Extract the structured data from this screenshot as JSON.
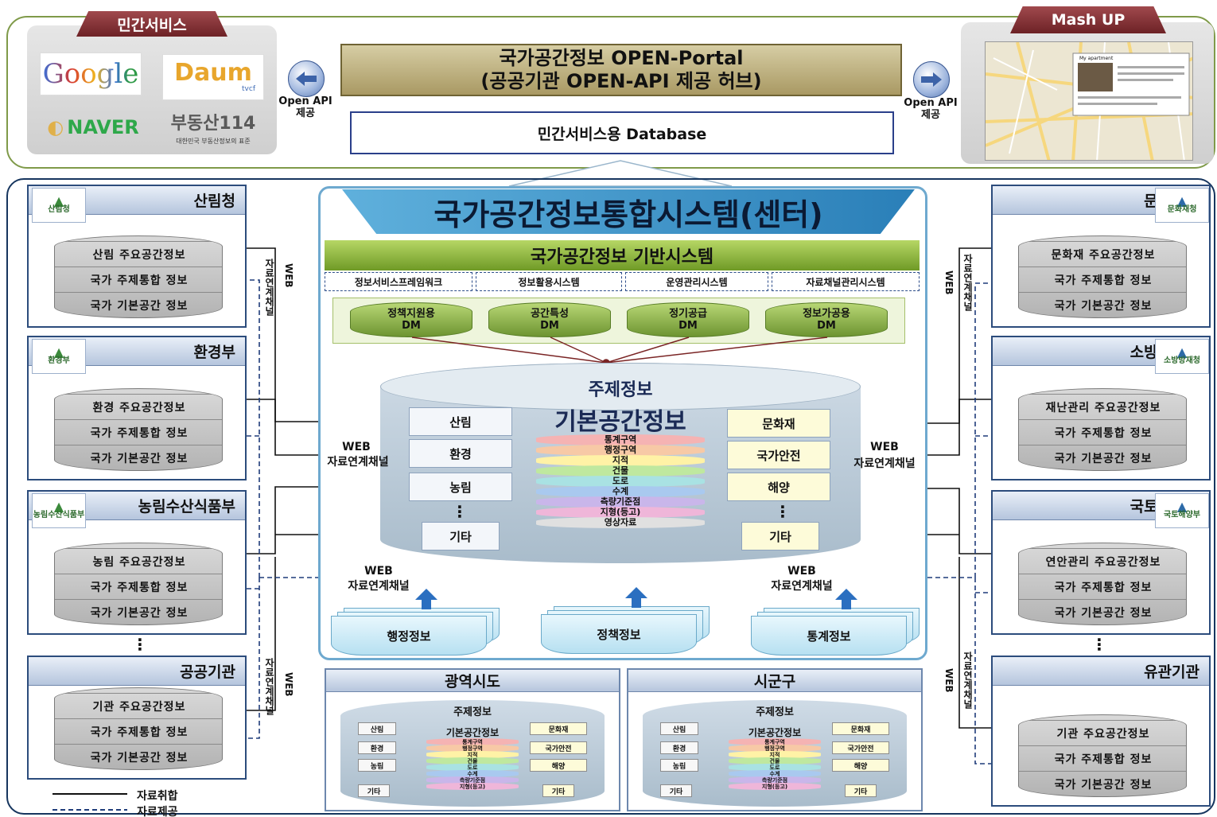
{
  "top": {
    "private_service_label": "민간서비스",
    "mashup_label": "Mash UP",
    "logos": [
      "Google",
      "Daum",
      "NAVER",
      "부동산114"
    ],
    "daum_sub": "tvcf",
    "realestate_sub": "대한민국 부동산정보의 표준",
    "portal_line1": "국가공간정보 OPEN-Portal",
    "portal_line2": "(공공기관 OPEN-API 제공 허브)",
    "db_label": "민간서비스용 Database",
    "open_api_line1": "Open API",
    "open_api_line2": "제공",
    "map_caption": "My apartment"
  },
  "center": {
    "title": "국가공간정보통합시스템(센터)",
    "foundation": "국가공간정보 기반시스템",
    "subsystems": [
      "정보서비스프레임워크",
      "정보활용시스템",
      "운영관리시스템",
      "자료채널관리시스템"
    ],
    "dms": [
      {
        "line1": "정책지원용",
        "line2": "DM"
      },
      {
        "line1": "공간특성",
        "line2": "DM"
      },
      {
        "line1": "정기공급",
        "line2": "DM"
      },
      {
        "line1": "정보가공용",
        "line2": "DM"
      }
    ],
    "theme_title": "주제정보",
    "base_title": "기본공간정보",
    "base_layers": [
      "통계구역",
      "행정구역",
      "지적",
      "건물",
      "도로",
      "수계",
      "측량기준점",
      "지형(등고)",
      "영상자료"
    ],
    "left_themes": [
      "산림",
      "환경",
      "농림",
      "기타"
    ],
    "right_themes": [
      "문화재",
      "국가안전",
      "해양",
      "기타"
    ],
    "inputs": [
      "행정정보",
      "정책정보",
      "통계정보"
    ],
    "web": "WEB",
    "channel": "자료연계채널",
    "channel_vertical": "자료연계채널"
  },
  "left_agencies": [
    {
      "name": "산림청",
      "logo": "산림청",
      "layers": [
        "산림 주요공간정보",
        "국가 주제통합 정보",
        "국가 기본공간 정보"
      ]
    },
    {
      "name": "환경부",
      "logo": "환경부",
      "layers": [
        "환경 주요공간정보",
        "국가 주제통합 정보",
        "국가 기본공간 정보"
      ]
    },
    {
      "name": "농림수산식품부",
      "logo": "농림수산식품부",
      "layers": [
        "농림 주요공간정보",
        "국가 주제통합 정보",
        "국가 기본공간 정보"
      ]
    },
    {
      "name": "공공기관",
      "logo": "",
      "layers": [
        "기관 주요공간정보",
        "국가 주제통합 정보",
        "국가 기본공간 정보"
      ]
    }
  ],
  "right_agencies": [
    {
      "name": "문화재청",
      "logo": "문화재청",
      "layers": [
        "문화재 주요공간정보",
        "국가 주제통합 정보",
        "국가 기본공간 정보"
      ]
    },
    {
      "name": "소방방재청",
      "logo": "소방방재청",
      "layers": [
        "재난관리 주요공간정보",
        "국가 주제통합 정보",
        "국가 기본공간 정보"
      ]
    },
    {
      "name": "국토해양부",
      "logo": "국토해양부",
      "layers": [
        "연안관리 주요공간정보",
        "국가 주제통합 정보",
        "국가 기본공간 정보"
      ]
    },
    {
      "name": "유관기관",
      "logo": "",
      "layers": [
        "기관 주요공간정보",
        "국가 주제통합 정보",
        "국가 기본공간 정보"
      ]
    }
  ],
  "regions": [
    {
      "name": "광역시도",
      "theme": "주제정보",
      "base": "기본공간정보",
      "left": [
        "산림",
        "환경",
        "농림",
        "기타"
      ],
      "right": [
        "문화재",
        "국가안전",
        "해양",
        "기타"
      ],
      "layers": [
        "통계구역",
        "행정구역",
        "지적",
        "건물",
        "도로",
        "수계",
        "측량기준점",
        "지형(등고)"
      ]
    },
    {
      "name": "시군구",
      "theme": "주제정보",
      "base": "기본공간정보",
      "left": [
        "산림",
        "환경",
        "농림",
        "기타"
      ],
      "right": [
        "문화재",
        "국가안전",
        "해양",
        "기타"
      ],
      "layers": [
        "통계구역",
        "행정구역",
        "지적",
        "건물",
        "도로",
        "수계",
        "측량기준점",
        "지형(등고)"
      ]
    }
  ],
  "legend": {
    "solid": "자료취합",
    "dashed": "자료제공"
  },
  "layer_colors": [
    "#f5b3b3",
    "#f7c9a6",
    "#fff2a6",
    "#bfe89f",
    "#a9e2e3",
    "#a9c9ef",
    "#c9b6ea",
    "#efb6d9",
    "#e0e0e0"
  ]
}
